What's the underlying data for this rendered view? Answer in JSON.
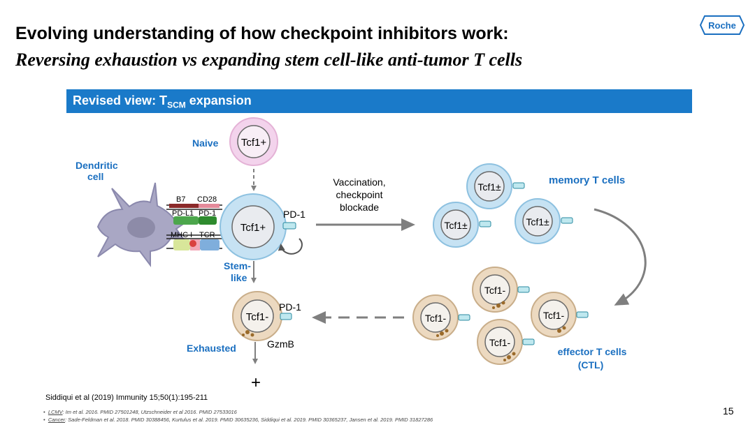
{
  "title": "Evolving understanding of how checkpoint inhibitors work:",
  "subtitle": "Reversing exhaustion vs expanding stem cell-like anti-tumor T cells",
  "logo_text": "Roche",
  "banner": {
    "prefix": "Revised view:  T",
    "subscript": "SCM",
    "suffix": " expansion"
  },
  "labels": {
    "naive": "Naive",
    "dendritic_line1": "Dendritic",
    "dendritic_line2": "cell",
    "b7": "B7",
    "cd28": "CD28",
    "pdl1": "PD-L1",
    "pd1_small": "PD-1",
    "mhc": "MHC I",
    "tcr": "TCR",
    "pd1": "PD-1",
    "stem_line1": "Stem-",
    "stem_line2": "like",
    "exhausted": "Exhausted",
    "gzmb": "GzmB",
    "plus": "+",
    "vacc_line1": "Vaccination,",
    "vacc_line2": "checkpoint",
    "vacc_line3": "blockade",
    "memory": "memory T cells",
    "effector_line1": "effector T cells",
    "effector_line2": "(CTL)"
  },
  "cells": {
    "naive": "Tcf1+",
    "stem": "Tcf1+",
    "exhausted": "Tcf1-",
    "memory": [
      "Tcf1±",
      "Tcf1±",
      "Tcf1±"
    ],
    "effector": [
      "Tcf1-",
      "Tcf1-",
      "Tcf1-",
      "Tcf1-"
    ]
  },
  "citation": "Siddiqui et al (2019) Immunity 15;50(1):195-211",
  "refs": [
    {
      "bullet": "•",
      "label": "LCMV",
      "text": ": Im et al. 2016. PMID 27501248, Utzschneider et al 2016. PMID 27533016"
    },
    {
      "bullet": "•",
      "label": "Cancer",
      "text": ": Sade-Feldman et al. 2018. PMID 30388456, Kurtulus et al. 2019. PMID 30635236, Siddiqui et al. 2019. PMID 30365237, Jansen et al. 2019. PMID 31827286"
    }
  ],
  "page_number": "15",
  "colors": {
    "banner": "#1a7ac9",
    "label_blue": "#1a6fc0",
    "naive_cell": "#f3d3ec",
    "stem_cell": "#c6e2f3",
    "exhausted_cell": "#ecd9c0",
    "dendritic_cell": "#a9a7c4"
  }
}
